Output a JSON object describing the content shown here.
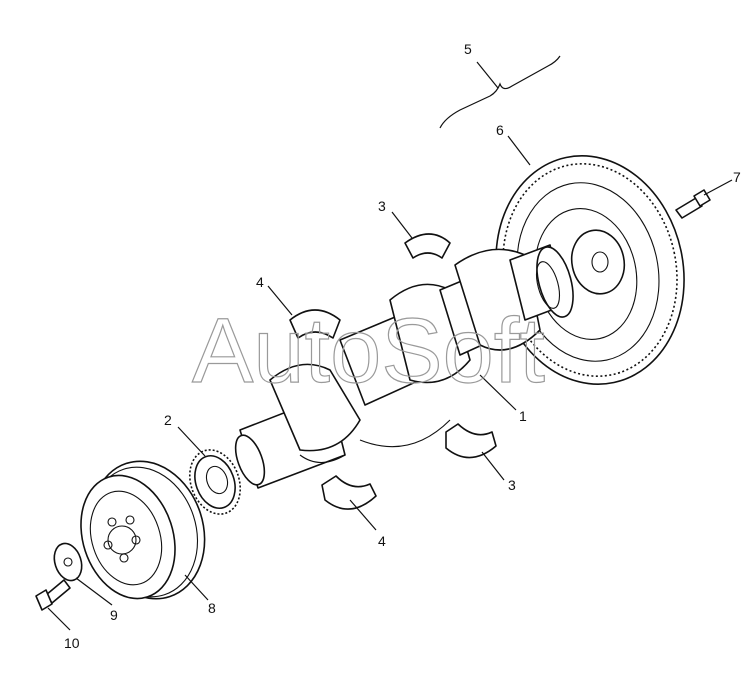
{
  "diagram": {
    "watermark": "AutoSoft",
    "callouts": {
      "c1": "1",
      "c2": "2",
      "c3a": "3",
      "c3b": "3",
      "c4a": "4",
      "c4b": "4",
      "c5": "5",
      "c6": "6",
      "c7": "7",
      "c8": "8",
      "c9": "9",
      "c10": "10"
    }
  }
}
